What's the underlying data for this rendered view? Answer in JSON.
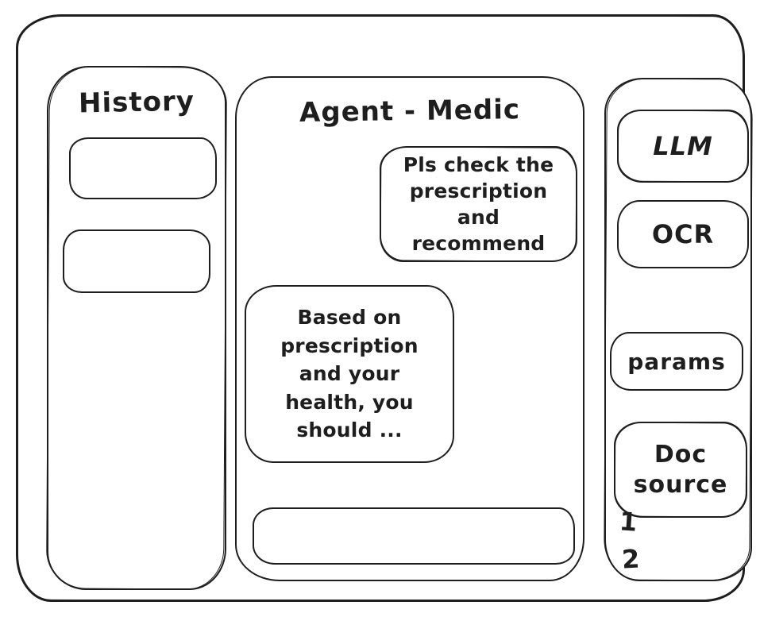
{
  "history_panel": {
    "title": "History",
    "items": [
      "",
      ""
    ]
  },
  "chat_panel": {
    "title": "Agent - Medic",
    "messages": [
      {
        "role": "user",
        "text": "Pls check the prescription and recommend"
      },
      {
        "role": "assistant",
        "text": "Based on prescription and your health, you should ..."
      }
    ],
    "input": {
      "value": "",
      "placeholder": ""
    }
  },
  "tools_panel": {
    "buttons": [
      {
        "id": "llm",
        "label": "LLM"
      },
      {
        "id": "ocr",
        "label": "OCR"
      },
      {
        "id": "params",
        "label": "params"
      },
      {
        "id": "doc_source",
        "label": "Doc source"
      }
    ],
    "doc_source_items": [
      "1",
      "2"
    ]
  },
  "colors": {
    "stroke": "#1e1e1e",
    "background": "#ffffff"
  }
}
